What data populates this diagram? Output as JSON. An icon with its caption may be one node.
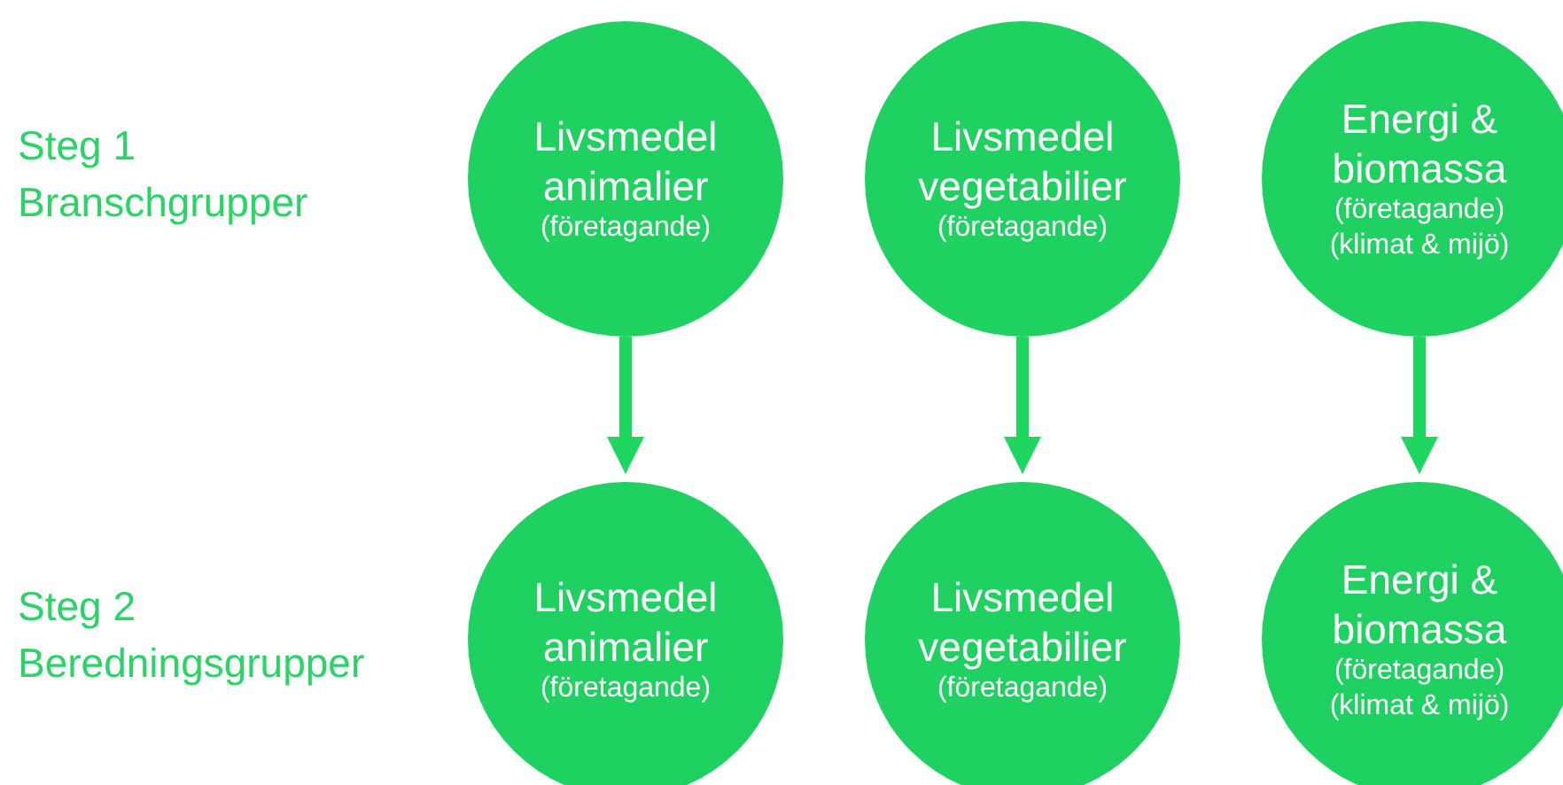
{
  "diagram": {
    "nodes": [
      {
        "text": [
          "Livsmedel animalier",
          "(företagande)"
        ]
      },
      {
        "text": [
          "Livsmedel vegetabilier",
          "(företagande)"
        ]
      },
      {
        "text": [
          "Energi & biomassa",
          "(företagande)",
          "(klimat & mijö)"
        ]
      },
      {
        "text": [
          "Livsmedel animalier",
          "(företagande)"
        ]
      },
      {
        "text": [
          "Livsmedel vegetabilier",
          "(företagande)"
        ]
      },
      {
        "text": [
          "Energi & biomassa",
          "(företagande)",
          "(klimat & mijö)"
        ]
      }
    ],
    "edges": [
      {
        "from": 0,
        "to": 3,
        "arrow": "to"
      },
      {
        "from": 1,
        "to": 4,
        "arrow": "to"
      },
      {
        "from": 2,
        "to": 5,
        "arrow": "to"
      }
    ],
    "labels": [
      "Steg 1",
      "Branschgrupper",
      "Steg 2",
      "Beredningsgrupper"
    ]
  }
}
